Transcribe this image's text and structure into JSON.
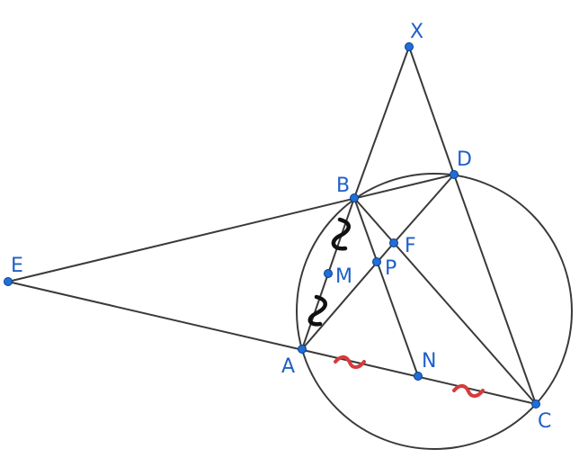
{
  "figure": {
    "labels": {
      "X": "X",
      "B": "B",
      "D": "D",
      "E": "E",
      "F": "F",
      "M": "M",
      "P": "P",
      "A": "A",
      "N": "N",
      "C": "C"
    },
    "colors": {
      "lines": "#3a3a3a",
      "points": "#1f6fd6",
      "labels": "#1f5fc9",
      "equal_mark_BM_MA": "#111111",
      "equal_mark_AN_NC": "#d63b3b"
    },
    "segments": [
      "X-B",
      "X-D",
      "E-B",
      "B-D",
      "E-A",
      "A-C",
      "A-F",
      "F-D",
      "B-P",
      "P-N",
      "B-C",
      "D-C"
    ],
    "circle": "circumcircle through A, B, C, D",
    "equal_marks": [
      {
        "segments": [
          "B-M",
          "M-A"
        ],
        "style": "black squiggle"
      },
      {
        "segments": [
          "A-N",
          "N-C"
        ],
        "style": "red squiggle"
      }
    ]
  }
}
